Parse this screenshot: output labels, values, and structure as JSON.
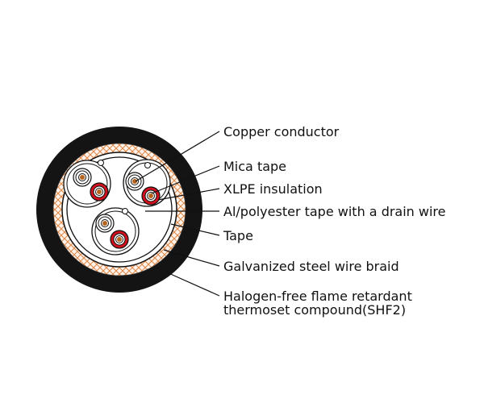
{
  "labels": [
    "Copper conductor",
    "Mica tape",
    "XLPE insulation",
    "Al/polyester tape with a drain wire",
    "Tape",
    "Galvanized steel wire braid",
    "Halogen-free flame retardant",
    "thermoset compound(SHF2)"
  ],
  "colors": {
    "sheath": "#111111",
    "braid": "#e08a4a",
    "insulation_red": "#d0101c",
    "copper": "#b5651d"
  }
}
